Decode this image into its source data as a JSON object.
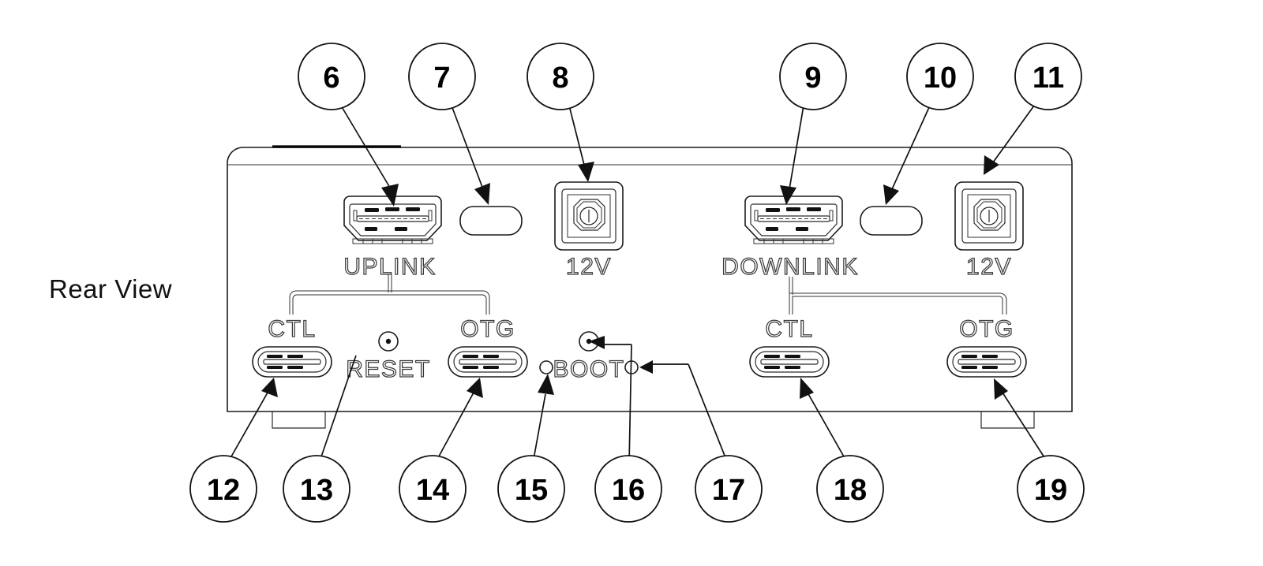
{
  "diagram": {
    "view_label": "Rear View",
    "title": "Rear View",
    "colors": {
      "line": "#1a1a1a",
      "label_stroke": "#3a3a3a",
      "background": "#ffffff",
      "callout_text": "#000000"
    }
  },
  "port_labels": {
    "uplink": "UPLINK",
    "downlink": "DOWNLINK",
    "power_left": "12V",
    "power_right": "12V",
    "ctl_left": "CTL",
    "otg_left": "OTG",
    "ctl_right": "CTL",
    "otg_right": "OTG",
    "reset": "RESET",
    "boot": "BOOT"
  },
  "callouts": [
    {
      "id": "6",
      "number": "6",
      "target": "uplink-hdmi-port"
    },
    {
      "id": "7",
      "number": "7",
      "target": "left-button"
    },
    {
      "id": "8",
      "number": "8",
      "target": "left-power-jack-12v"
    },
    {
      "id": "9",
      "number": "9",
      "target": "downlink-hdmi-port"
    },
    {
      "id": "10",
      "number": "10",
      "target": "right-button"
    },
    {
      "id": "11",
      "number": "11",
      "target": "right-power-jack-12v"
    },
    {
      "id": "12",
      "number": "12",
      "target": "left-ctl-usbc-port"
    },
    {
      "id": "13",
      "number": "13",
      "target": "reset-pinhole"
    },
    {
      "id": "14",
      "number": "14",
      "target": "left-otg-usbc-port"
    },
    {
      "id": "15",
      "number": "15",
      "target": "left-status-led"
    },
    {
      "id": "16",
      "number": "16",
      "target": "boot-pinhole"
    },
    {
      "id": "17",
      "number": "17",
      "target": "right-status-led"
    },
    {
      "id": "18",
      "number": "18",
      "target": "right-ctl-usbc-port"
    },
    {
      "id": "19",
      "number": "19",
      "target": "right-otg-usbc-port"
    }
  ]
}
